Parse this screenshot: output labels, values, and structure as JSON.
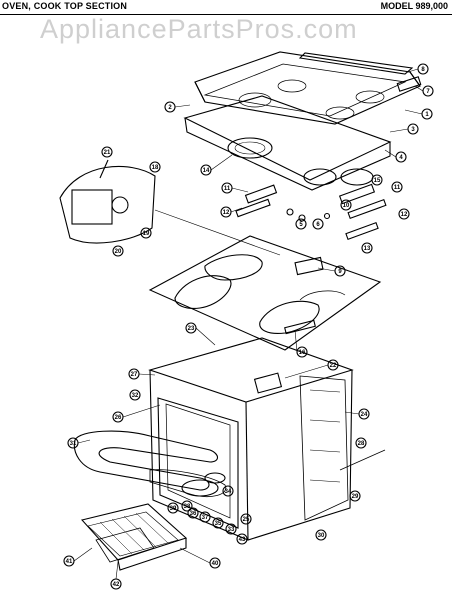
{
  "header": {
    "section_title": "OVEN, COOK TOP SECTION",
    "model": "MODEL 989,000"
  },
  "watermark": "AppliancePartsPros.com",
  "callouts": [
    "1",
    "2",
    "3",
    "4",
    "5",
    "6",
    "7",
    "8",
    "9",
    "10",
    "11",
    "12",
    "13",
    "14",
    "15",
    "16",
    "17",
    "18",
    "19",
    "20",
    "21",
    "22",
    "23",
    "24",
    "25",
    "26",
    "27",
    "28",
    "29",
    "30",
    "31",
    "32",
    "33",
    "34",
    "35",
    "36",
    "37",
    "38",
    "39",
    "40",
    "41",
    "42",
    "43"
  ]
}
